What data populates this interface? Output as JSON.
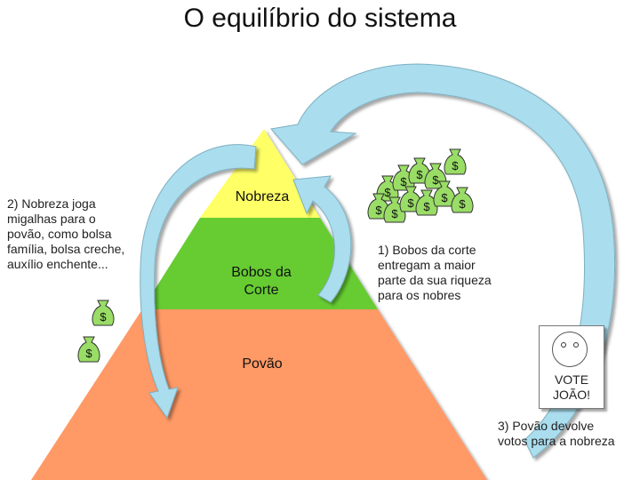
{
  "title": "O equilíbrio do sistema",
  "pyramid": {
    "top_label": "Nobreza",
    "middle_label_line1": "Bobos da",
    "middle_label_line2": "Corte",
    "bottom_label": "Povão",
    "colors": {
      "top": "#ffff66",
      "middle": "#66cc33",
      "bottom": "#ff9966",
      "arrow": "#aaddee"
    }
  },
  "notes": {
    "note1": [
      "1) Bobos da corte",
      "entregam a maior",
      "parte da sua riqueza",
      "para os nobres"
    ],
    "note2": [
      "2) Nobreza joga",
      "migalhas para o",
      "povão, como bolsa",
      "família, bolsa creche,",
      "auxílio enchente..."
    ],
    "note3": [
      "3) Povão devolve",
      "votos para a nobreza"
    ]
  },
  "money_symbol": "$",
  "vote": {
    "line1": "VOTE",
    "line2": "JOÃO!"
  }
}
